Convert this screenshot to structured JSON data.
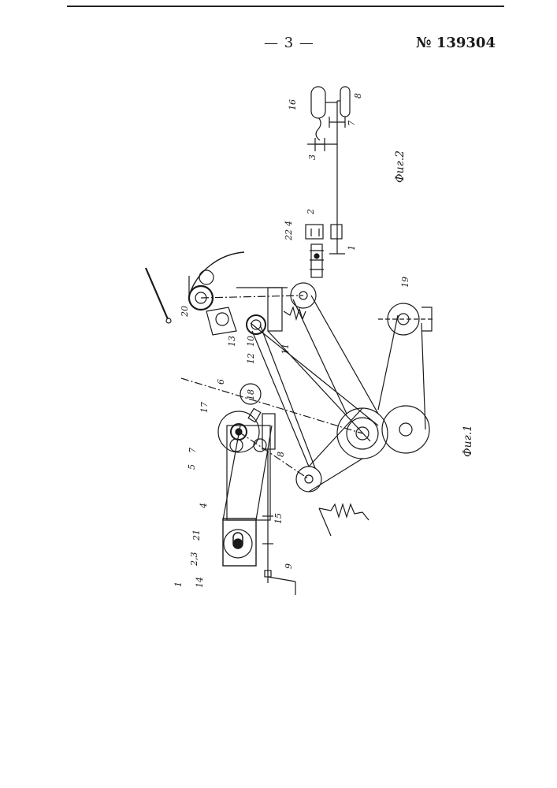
{
  "header": {
    "page_number": "— 3 —",
    "patent_number": "№ 139304"
  },
  "figures": {
    "fig1": {
      "caption": "Фиг.1",
      "labels": [
        "1",
        "2,3",
        "21",
        "14",
        "4",
        "5",
        "7",
        "17",
        "6",
        "18",
        "8",
        "15",
        "9",
        "12",
        "10",
        "13",
        "20",
        "11",
        "19"
      ]
    },
    "fig2": {
      "caption": "Фиг.2",
      "labels": [
        "16",
        "8",
        "7",
        "3",
        "2",
        "4",
        "22",
        "1"
      ]
    }
  }
}
